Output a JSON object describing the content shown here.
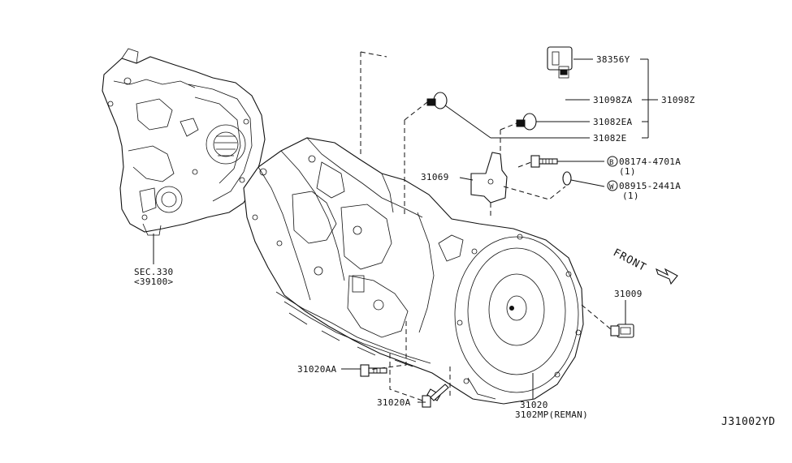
{
  "diagram": {
    "code": "J31002YD",
    "direction_label": "FRONT",
    "callouts": {
      "c38356y": "38356Y",
      "c31098za": "31098ZA",
      "c31098z": "31098Z",
      "c31082ea": "31082EA",
      "c31082e": "31082E",
      "c31069": "31069",
      "bolt_ref": {
        "marker": "B",
        "part": "08174-4701A",
        "qty": "(1)"
      },
      "washer_ref": {
        "marker": "W",
        "part": "08915-2441A",
        "qty": "(1)"
      },
      "sec330": "SEC.330",
      "c39100": "<39100>",
      "c31009": "31009",
      "c31020aa": "31020AA",
      "c31020a": "31020A",
      "c31020": "31020",
      "c3102mp": "3102MP(REMAN)"
    }
  }
}
